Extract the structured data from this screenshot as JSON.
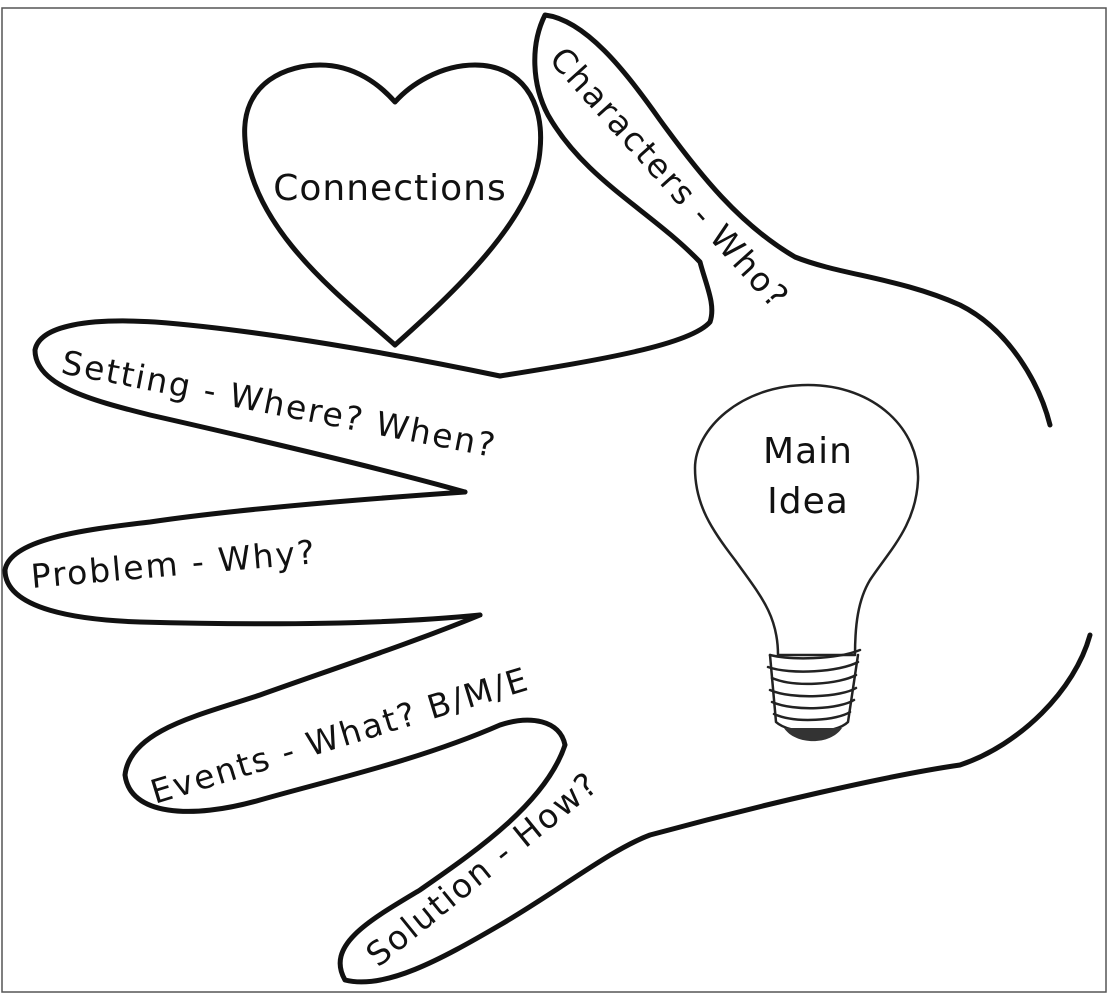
{
  "diagram": {
    "heart_label": "Connections",
    "fingers": {
      "thumb": "Characters - Who?",
      "index": "Setting - Where? When?",
      "middle": "Problem - Why?",
      "ring": "Events - What? B/M/E",
      "pinky": "Solution - How?"
    },
    "bulb": {
      "line1": "Main",
      "line2": "Idea"
    }
  }
}
